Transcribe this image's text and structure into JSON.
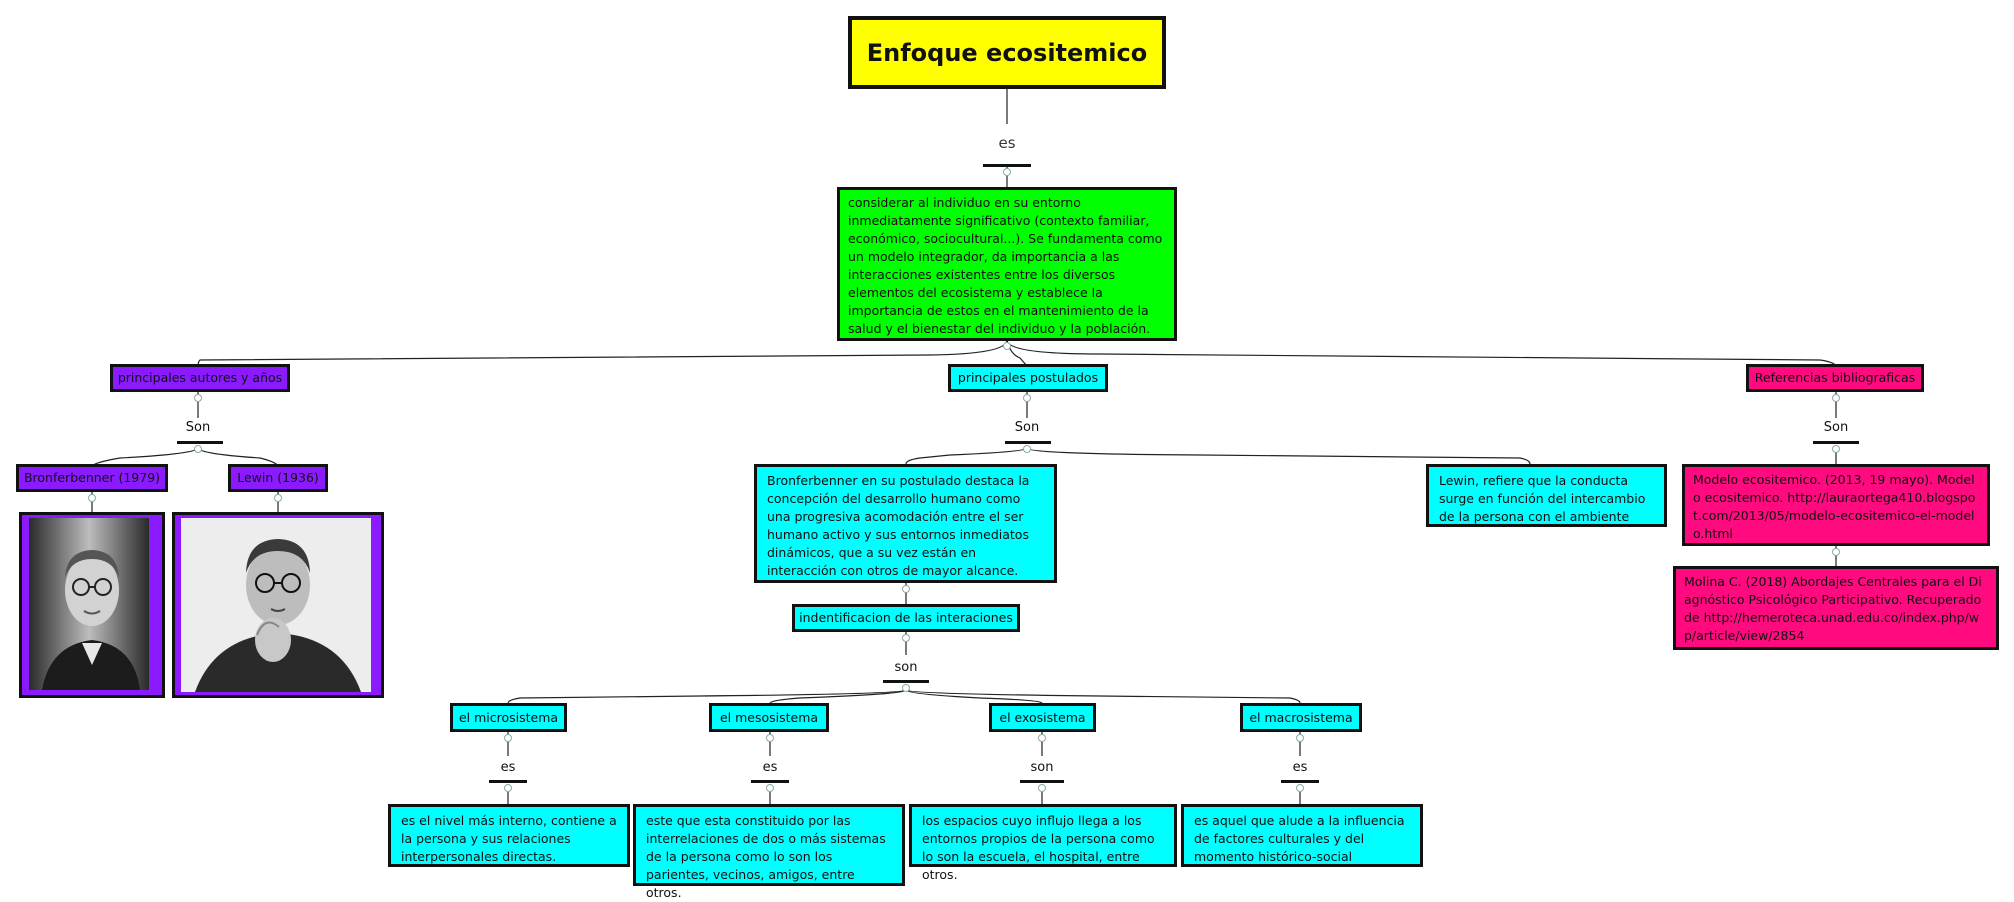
{
  "title": "Enfoque ecositemico",
  "connectors": {
    "root": "es",
    "autores": "Son",
    "postulados": "Son",
    "referencias": "Son",
    "interacciones": "son",
    "micro": "es",
    "meso": "es",
    "exo": "son",
    "macro": "es"
  },
  "definition": "considerar al individuo en su entorno inmediatamente significativo (contexto familiar, económico, sociocultural...). Se fundamenta como un modelo integrador,  da importancia a las interacciones existentes entre los diversos elementos del ecosistema y establece la importancia de estos en el mantenimiento de la salud y el bienestar del individuo y la población.",
  "branches": {
    "autores": "principales autores y años",
    "postulados": "principales postulados",
    "referencias": "Referencias bibliograficas"
  },
  "autores": {
    "bronfenbrenner": "Bronferbenner (1979)",
    "lewin": "Lewin (1936)"
  },
  "postulados": {
    "bronfenbrenner": "Bronferbenner en su postulado destaca la concepción del desarrollo humano como una progresiva acomodación entre el ser humano activo y sus entornos inmediatos dinámicos, que a su vez están en interacción con otros de mayor alcance.",
    "lewin": "Lewin, refiere que la conducta surge en función del intercambio de la persona con el ambiente",
    "interacciones": "indentificacion de las interaciones"
  },
  "sistemas": {
    "micro": "el microsistema",
    "meso": "el mesosistema",
    "exo": "el exosistema",
    "macro": "el macrosistema"
  },
  "definiciones": {
    "micro": "es el nivel más interno, contiene a la persona y sus relaciones interpersonales directas.",
    "meso": "este que esta constituido por las interrelaciones de dos o más sistemas de la persona  como lo son los parientes, vecinos, amigos, entre otros.",
    "exo": "los espacios cuyo influjo llega a los entornos propios de la persona como lo son la escuela, el hospital, entre otros.",
    "macro": "es aquel que alude a la influencia de factores culturales y del momento histórico-social"
  },
  "referencias": {
    "ref1": "Modelo ecositemico. (2013, 19 mayo). Modelo ecositemico. http://lauraortega410.blogspot.com/2013/05/modelo-ecositemico-el-modelo.html",
    "ref2": "Molina C. (2018) Abordajes Centrales para el Diagnóstico Psicológico Participativo. Recuperado de http://hemeroteca.unad.edu.co/index.php/wp/article/view/2854"
  },
  "colors": {
    "title": "#ffff00",
    "definition": "#00ff00",
    "autores": "#8b1aff",
    "postulados": "#00ffff",
    "referencias": "#ff0a7f"
  }
}
